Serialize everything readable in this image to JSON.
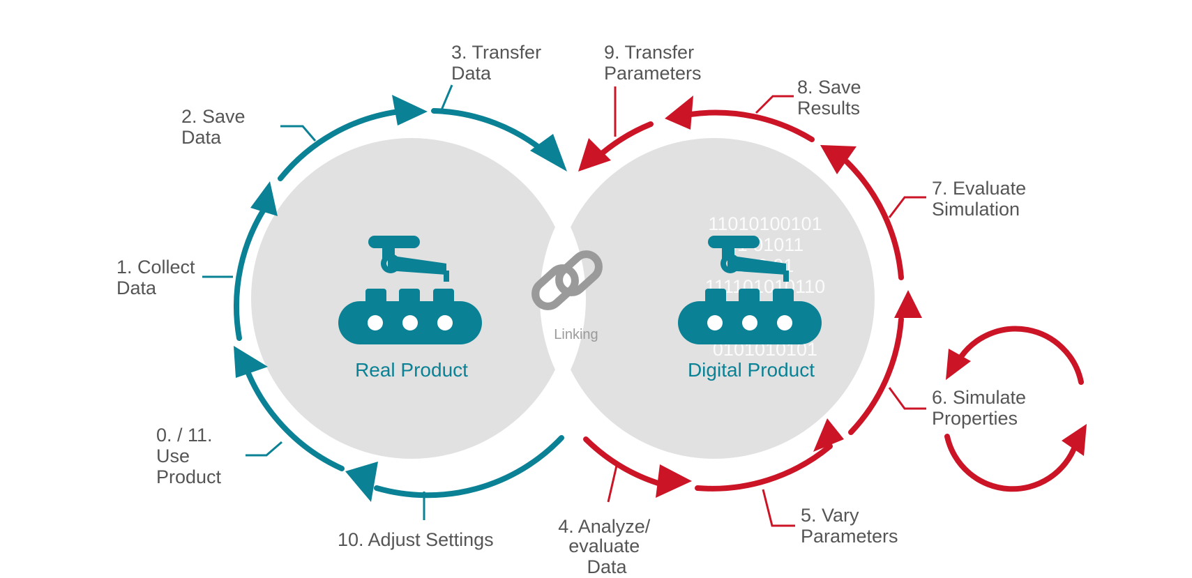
{
  "colors": {
    "real": "#0a8194",
    "digital": "#cc1427",
    "disc": "#e1e1e1",
    "leader_text": "#555555",
    "linking": "#9a9a9a"
  },
  "real_product": {
    "label": "Real Product",
    "icon": "factory-robot-icon"
  },
  "digital_product": {
    "label": "Digital Product",
    "icon": "factory-robot-icon",
    "binary_lines": [
      "11010100101",
      "01 01011",
      "010 01",
      "111101010110",
      "0101010101"
    ]
  },
  "linking": {
    "label": "Linking",
    "icon": "chain-link-icon"
  },
  "steps": {
    "s0_11": [
      "0. / 11.",
      "Use",
      "Product"
    ],
    "s1": [
      "1. Collect",
      "Data"
    ],
    "s2": [
      "2. Save",
      "Data"
    ],
    "s3": [
      "3. Transfer",
      "Data"
    ],
    "s4": [
      "4. Analyze/",
      "evaluate",
      "Data"
    ],
    "s5": [
      "5. Vary",
      "Parameters"
    ],
    "s6": [
      "6. Simulate",
      "Properties"
    ],
    "s7": [
      "7. Evaluate",
      "Simulation"
    ],
    "s8": [
      "8. Save",
      "Results"
    ],
    "s9": [
      "9. Transfer",
      "Parameters"
    ],
    "s10": [
      "10. Adjust Settings"
    ]
  }
}
